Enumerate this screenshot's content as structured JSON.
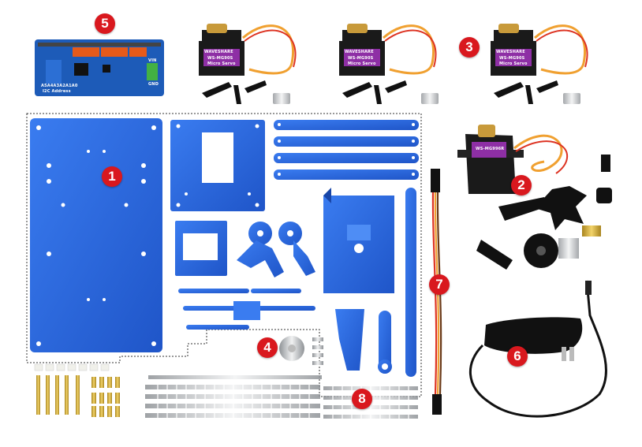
{
  "badges": [
    "1",
    "2",
    "3",
    "4",
    "5",
    "6",
    "7",
    "8"
  ],
  "servo_small": {
    "brand": "WAVESHARE",
    "model": "WS-MG90S",
    "sub": "Micro Servo"
  },
  "servo_large": {
    "model": "WS-MG996R"
  },
  "driver_board": {
    "vin": "VIN",
    "gnd": "GND",
    "addr": "A5A4A3A2A1A0",
    "i2c": "I2C Address"
  },
  "colors": {
    "aluminum_blue": "#2f6fe0",
    "badge_red": "#d9181e",
    "servo_purple": "#8e2fa5",
    "pcb_blue": "#1d5bb8"
  }
}
